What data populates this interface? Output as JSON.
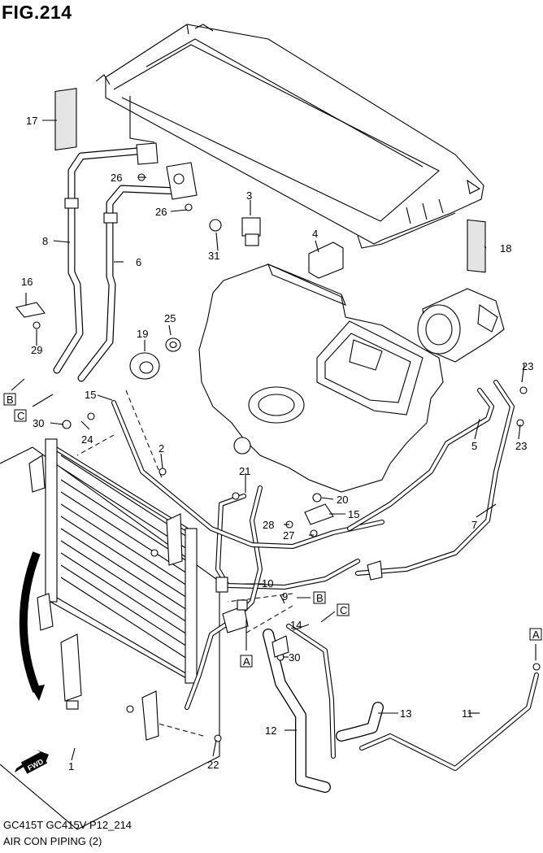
{
  "figure": {
    "title": "FIG.214",
    "model_line": "GC415T GC415V P12_214",
    "description_line": "AIR CON PIPING (2)"
  },
  "callouts": {
    "c1": "1",
    "c2": "2",
    "c3": "3",
    "c4": "4",
    "c5": "5",
    "c6": "6",
    "c7": "7",
    "c8": "8",
    "c9": "9",
    "c10": "10",
    "c11": "11",
    "c12": "12",
    "c13": "13",
    "c14": "14",
    "c15a": "15",
    "c15b": "15",
    "c16": "16",
    "c17": "17",
    "c18": "18",
    "c19": "19",
    "c20": "20",
    "c21": "21",
    "c22": "22",
    "c23a": "23",
    "c23b": "23",
    "c24": "24",
    "c25": "25",
    "c26a": "26",
    "c26b": "26",
    "c27": "27",
    "c28": "28",
    "c29": "29",
    "c30a": "30",
    "c30b": "30",
    "c31": "31"
  },
  "refs": {
    "a_top": "A",
    "a_bottom": "A",
    "b_left": "B",
    "b_right": "B",
    "c_left": "C",
    "c_right": "C"
  },
  "fwd_label": "FWD"
}
